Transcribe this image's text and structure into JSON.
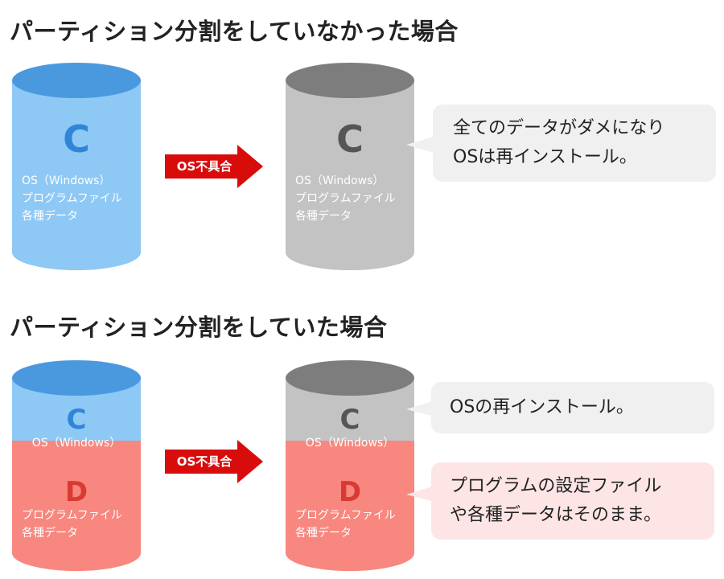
{
  "sections": [
    {
      "title": "パーティション分割をしていなかった場合",
      "arrow_label": "OS不具合",
      "before": {
        "c_letter": "C",
        "c_lines": [
          "OS（Windows）",
          "プログラムファイル",
          "各種データ"
        ]
      },
      "after": {
        "c_letter": "C",
        "c_lines": [
          "OS（Windows）",
          "プログラムファイル",
          "各種データ"
        ]
      },
      "bubbles": [
        {
          "lines": [
            "全てのデータがダメになり",
            "OSは再インストール。"
          ]
        }
      ]
    },
    {
      "title": "パーティション分割をしていた場合",
      "arrow_label": "OS不具合",
      "before": {
        "c_letter": "C",
        "c_line": "OS（Windows）",
        "d_letter": "D",
        "d_lines": [
          "プログラムファイル",
          "各種データ"
        ]
      },
      "after": {
        "c_letter": "C",
        "c_line": "OS（Windows）",
        "d_letter": "D",
        "d_lines": [
          "プログラムファイル",
          "各種データ"
        ]
      },
      "bubbles": [
        {
          "lines": [
            "OSの再インストール。"
          ]
        },
        {
          "lines": [
            "プログラムの設定ファイル",
            "や各種データはそのまま。"
          ]
        }
      ]
    }
  ],
  "colors": {
    "blue_body": "#8ec8f5",
    "blue_top": "#4a99de",
    "blue_letter": "#2f86d8",
    "gray_body": "#c3c3c3",
    "gray_top": "#7d7d7d",
    "gray_letter": "#555555",
    "red_body": "#f7877f",
    "red_letter": "#d93a32",
    "arrow": "#d90c0c",
    "bubble_gray": "#f0f0f0",
    "bubble_pink": "#fde5e5"
  }
}
